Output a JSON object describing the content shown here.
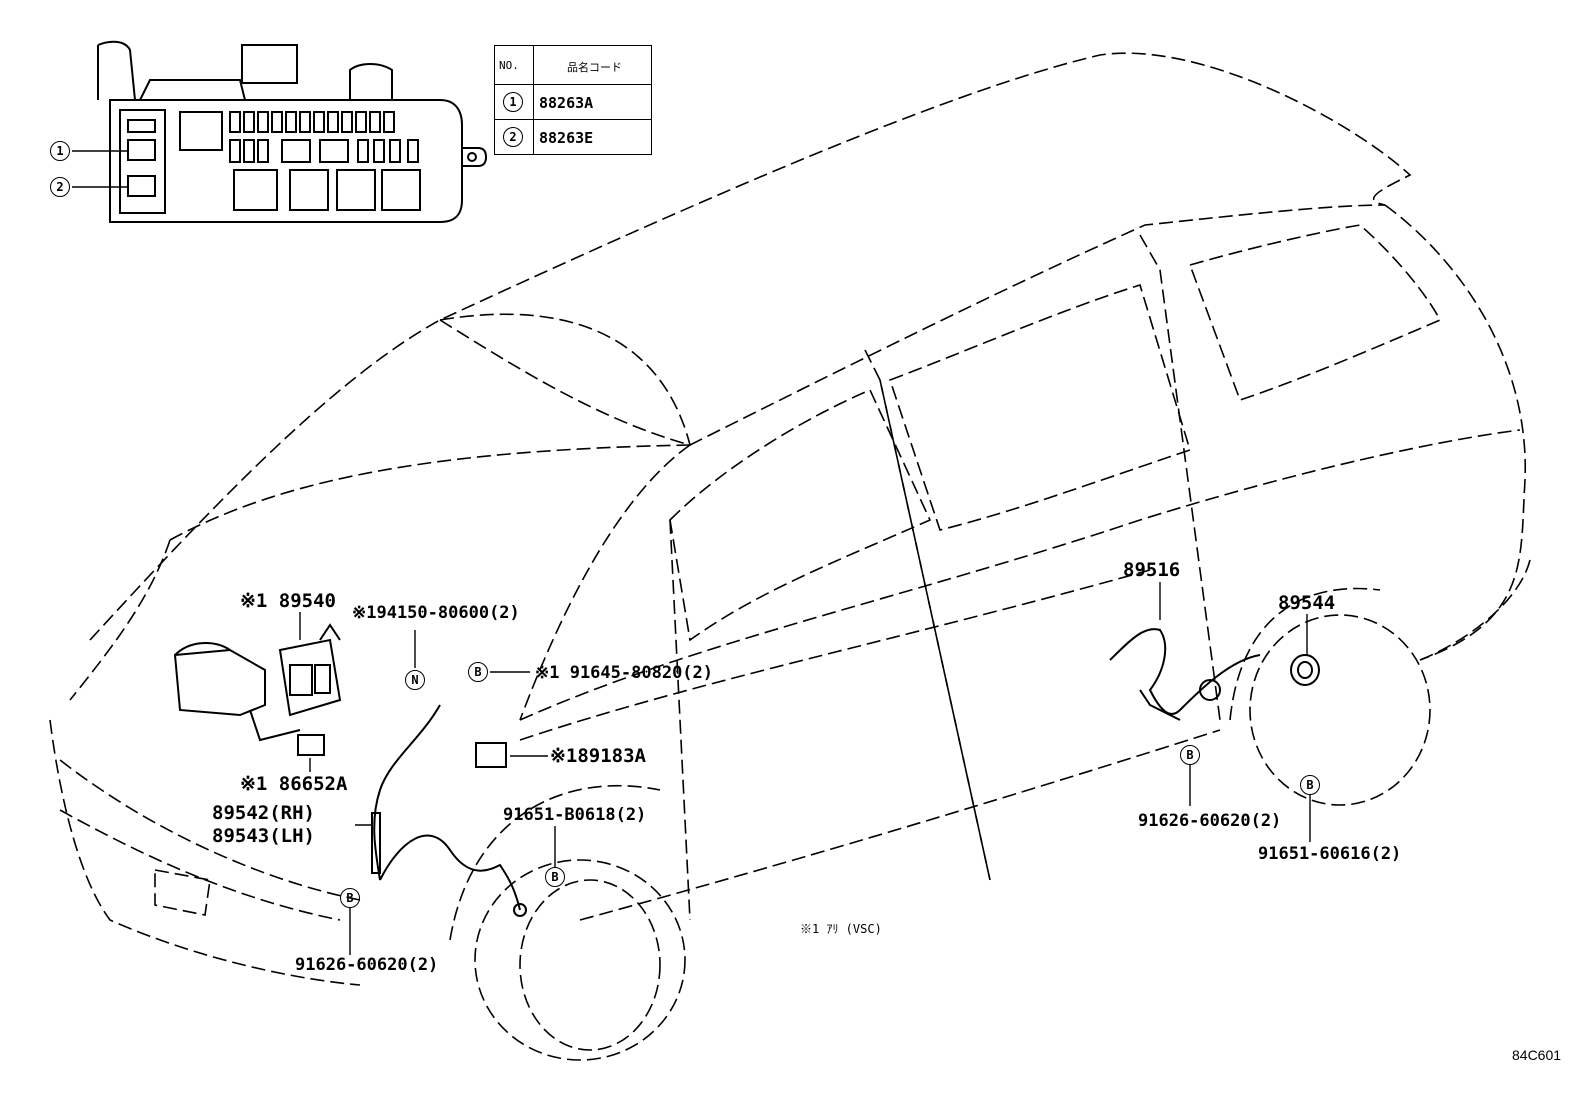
{
  "legend_table": {
    "header_no": "NO.",
    "header_code": "品名コード",
    "rows": [
      {
        "no": "1",
        "code": "88263A"
      },
      {
        "no": "2",
        "code": "88263E"
      }
    ]
  },
  "relay_box_callouts": [
    "1",
    "2"
  ],
  "labels": {
    "p89540": "※1 89540",
    "p194150": "※194150-80600(2)",
    "n_mark": "N",
    "b_mark": "B",
    "p91645": "※1 91645-80820(2)",
    "p89183a": "※189183A",
    "p86652a": "※1 86652A",
    "p89542": "89542(RH)",
    "p89543": "89543(LH)",
    "p91651_b": "91651-B0618(2)",
    "p91626_front": "91626-60620(2)",
    "p89516": "89516",
    "p89544": "89544",
    "p91626_rear": "91626-60620(2)",
    "p91651_rear": "91651-60616(2)",
    "note": "※1 ｱﾘ (VSC)",
    "figure_code": "84C601"
  }
}
